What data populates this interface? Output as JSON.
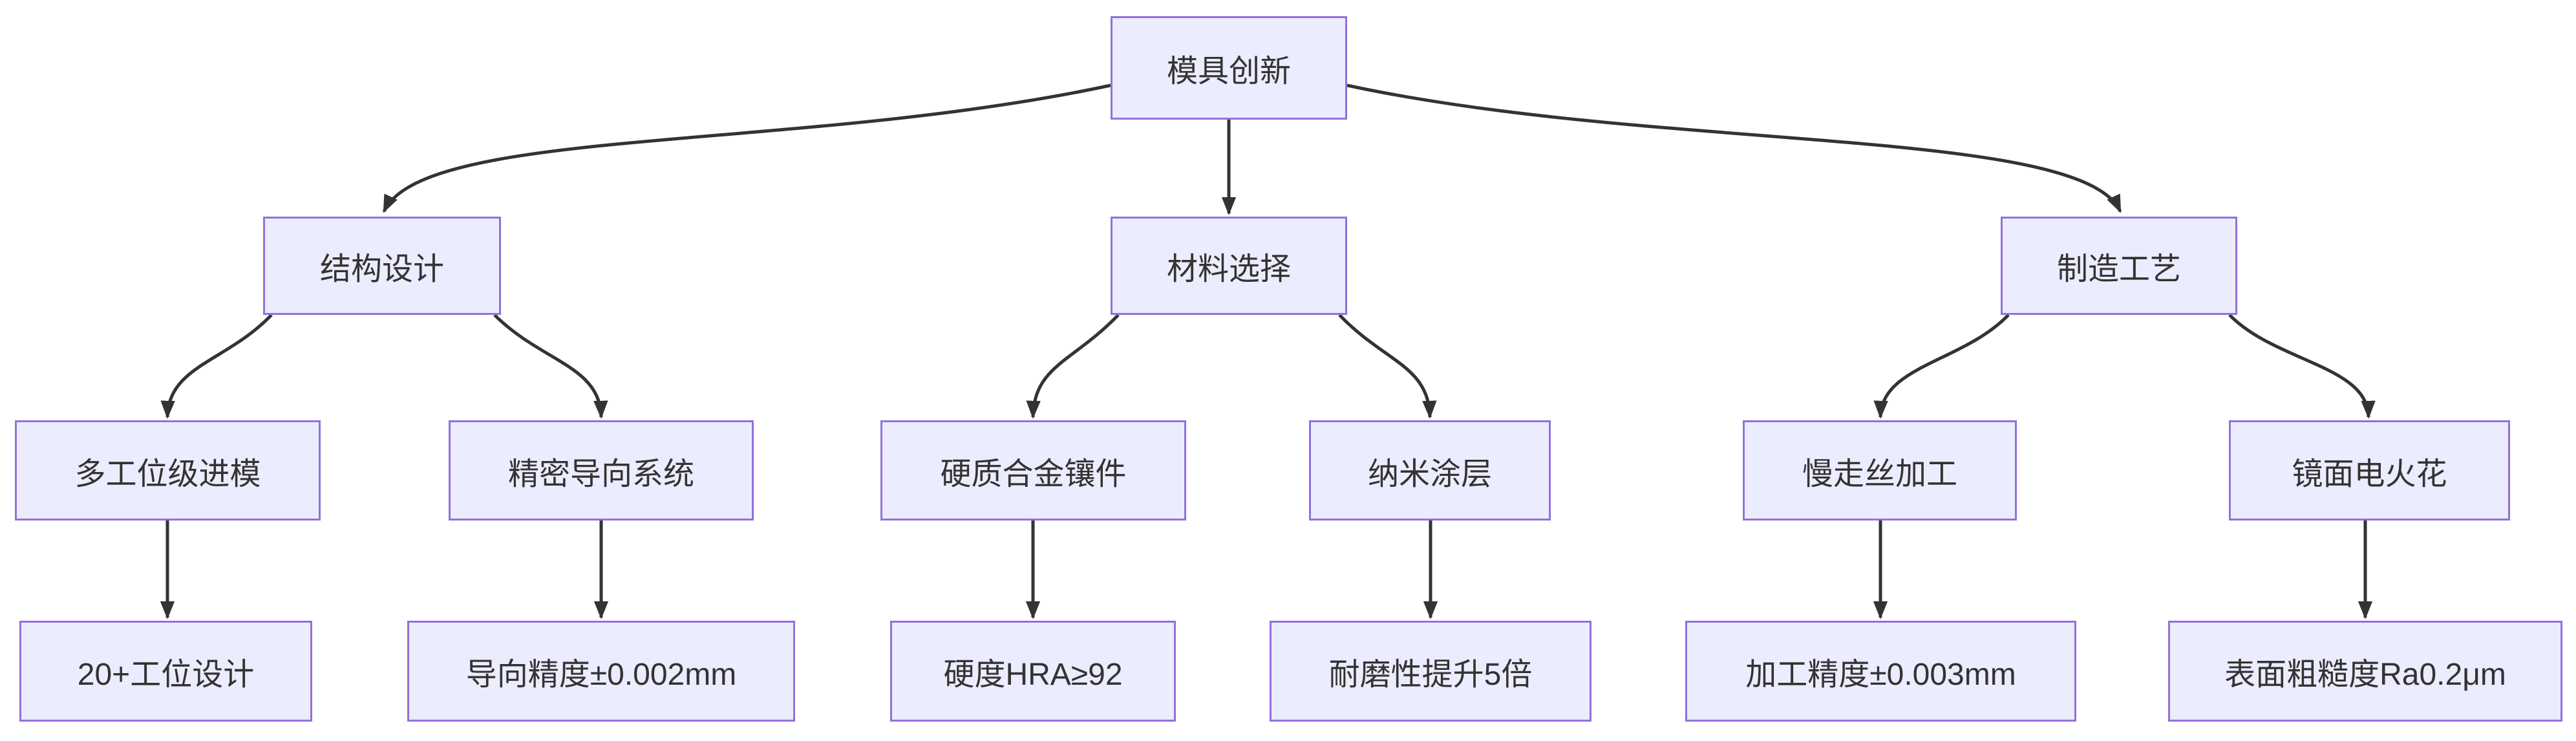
{
  "diagram": {
    "type": "flowchart",
    "direction": "top-down",
    "background": "#FFFFFF",
    "node_fill": "#ECECFF",
    "node_border_color": "#9370DB",
    "edge_color": "#333333",
    "text_color": "#333333",
    "nodes": {
      "root": {
        "label": "模具创新"
      },
      "structure": {
        "label": "结构设计"
      },
      "material": {
        "label": "材料选择"
      },
      "process": {
        "label": "制造工艺"
      },
      "multi_station": {
        "label": "多工位级进模"
      },
      "guide_system": {
        "label": "精密导向系统"
      },
      "carbide_insert": {
        "label": "硬质合金镶件"
      },
      "nano_coating": {
        "label": "纳米涂层"
      },
      "wire_edm": {
        "label": "慢走丝加工"
      },
      "mirror_edm": {
        "label": "镜面电火花"
      },
      "station_design": {
        "label": "20+工位设计"
      },
      "guide_precision": {
        "label": "导向精度±0.002mm"
      },
      "hardness": {
        "label": "硬度HRA≥92"
      },
      "wear_resistance": {
        "label": "耐磨性提升5倍"
      },
      "machining_precision": {
        "label": "加工精度±0.003mm"
      },
      "surface_roughness": {
        "label": "表面粗糙度Ra0.2μm"
      }
    },
    "edges": [
      {
        "from": "模具创新",
        "to": "结构设计"
      },
      {
        "from": "模具创新",
        "to": "材料选择"
      },
      {
        "from": "模具创新",
        "to": "制造工艺"
      },
      {
        "from": "结构设计",
        "to": "多工位级进模"
      },
      {
        "from": "结构设计",
        "to": "精密导向系统"
      },
      {
        "from": "材料选择",
        "to": "硬质合金镶件"
      },
      {
        "from": "材料选择",
        "to": "纳米涂层"
      },
      {
        "from": "制造工艺",
        "to": "慢走丝加工"
      },
      {
        "from": "制造工艺",
        "to": "镜面电火花"
      },
      {
        "from": "多工位级进模",
        "to": "20+工位设计"
      },
      {
        "from": "精密导向系统",
        "to": "导向精度±0.002mm"
      },
      {
        "from": "硬质合金镶件",
        "to": "硬度HRA≥92"
      },
      {
        "from": "纳米涂层",
        "to": "耐磨性提升5倍"
      },
      {
        "from": "慢走丝加工",
        "to": "加工精度±0.003mm"
      },
      {
        "from": "镜面电火花",
        "to": "表面粗糙度Ra0.2μm"
      }
    ]
  }
}
